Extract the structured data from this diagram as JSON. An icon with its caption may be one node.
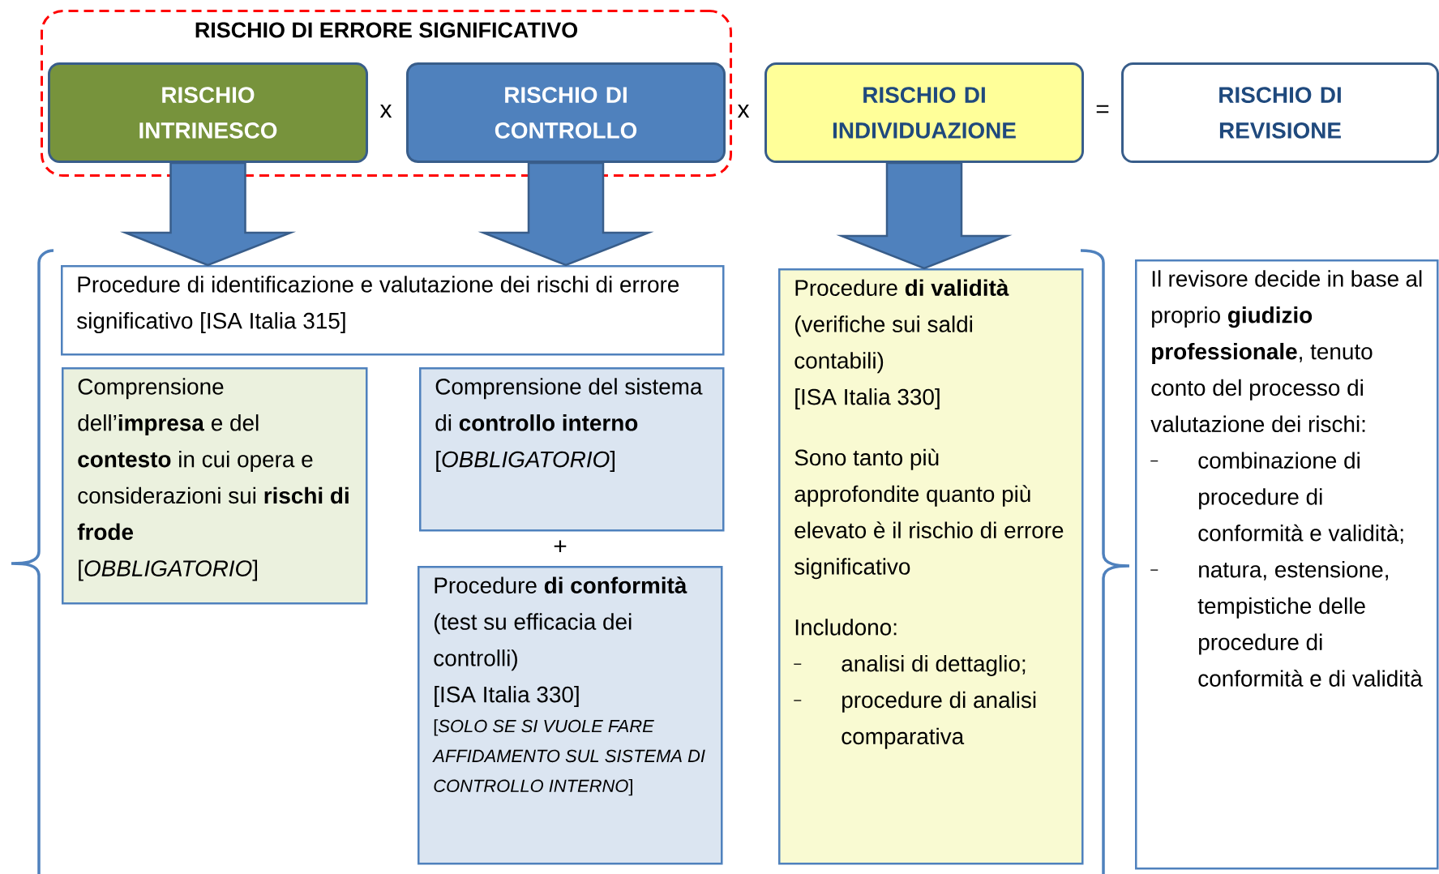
{
  "diagram": {
    "nodes": [
      {
        "text": [
          "RISCHIO DI ERRORE SIGNIFICATIVO"
        ]
      },
      {
        "text": [
          "RISCHIO INTRINESCO"
        ],
        "in": 0
      },
      {
        "text": [
          "RISCHIO DI CONTROLLO"
        ],
        "in": 0
      },
      {
        "text": [
          "RISCHIO DI INDIVIDUAZIONE"
        ]
      },
      {
        "text": [
          "RISCHIO DI REVISIONE"
        ]
      },
      {
        "text": [
          "Procedure di identificazione e valutazione dei rischi di errore significativo [ISA Italia 315]"
        ]
      },
      {
        "text": [
          "Comprensione dell’**impresa** e del **contesto** in cui opera e considerazioni sui **rischi di frode**",
          "[*OBBLIGATORIO*]"
        ]
      },
      {
        "text": [
          "Comprensione del sistema di **controllo interno**",
          "[*OBBLIGATORIO*]"
        ]
      },
      {
        "text": [
          "Procedure **di conformità** (test su efficacia dei controlli)",
          "[ISA Italia 330]",
          "[*SOLO SE SI VUOLE FARE AFFIDAMENTO SUL SISTEMA DI CONTROLLO INTERNO*]"
        ]
      },
      {
        "text": [
          "Procedure **di validità** (verifiche sui saldi contabili)",
          "[ISA Italia 330]",
          "Sono tanto più approfondite quanto più elevato è il rischio di errore significativo",
          "Includono:",
          "analisi di dettaglio;",
          "procedure di analisi comparativa"
        ]
      },
      {
        "text": [
          "Il revisore decide in base al proprio **giudizio professionale**, tenuto conto del processo di valutazione dei rischi:",
          "combinazione di procedure di conformità e validità;",
          "natura, estensione, tempistiche delle procedure di conformità e di validità"
        ]
      }
    ],
    "edges": [
      {
        "from": 1,
        "to": 5,
        "arrow": "to"
      },
      {
        "from": 2,
        "to": 5,
        "arrow": "to"
      },
      {
        "from": 3,
        "to": 9,
        "arrow": "to"
      }
    ],
    "labels": [
      "x",
      "x",
      "=",
      "+"
    ]
  }
}
